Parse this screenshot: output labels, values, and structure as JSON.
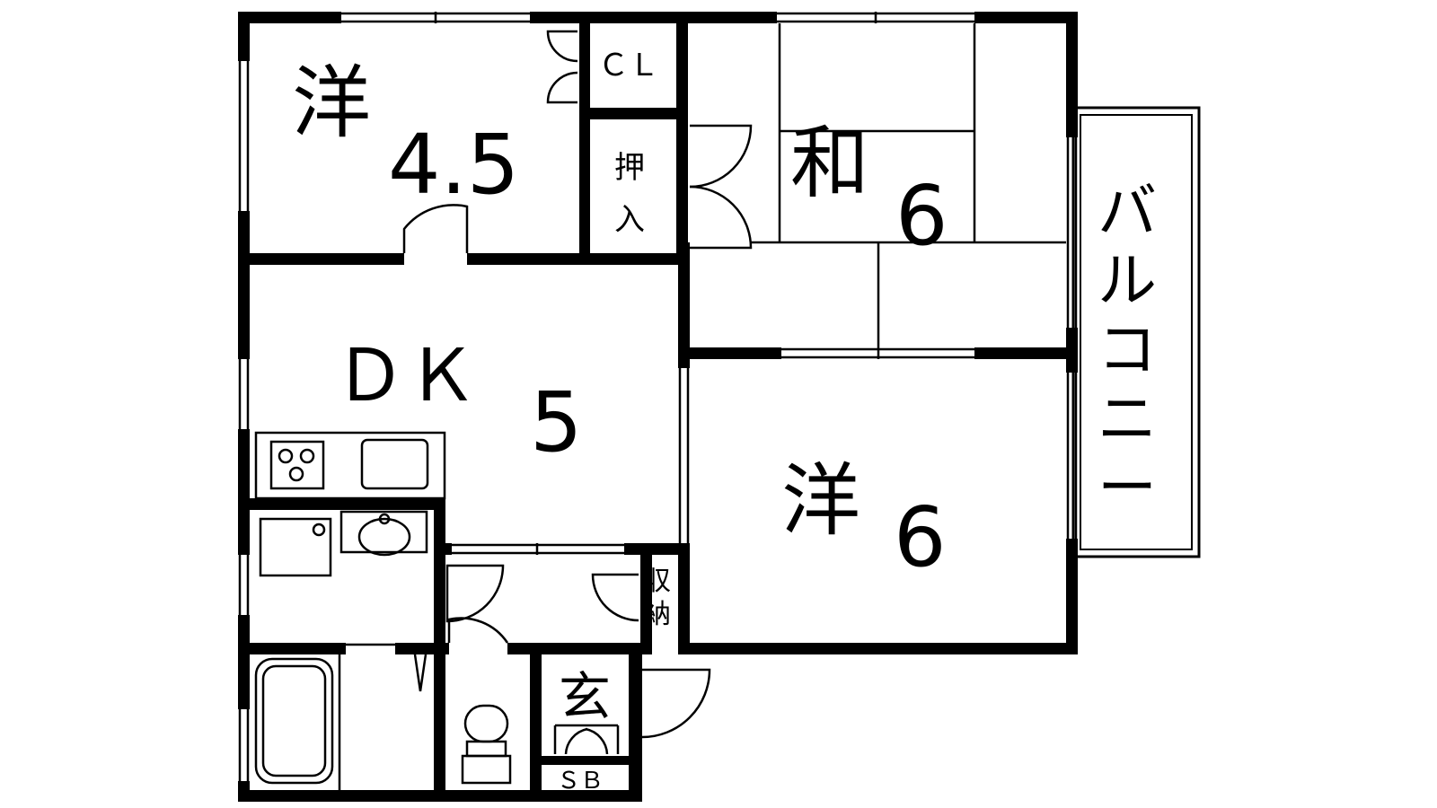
{
  "rooms": {
    "western_north": {
      "kanji": "洋",
      "size": "4.5"
    },
    "closet": {
      "label": "ＣＬ"
    },
    "oshiire": {
      "label_top": "押",
      "label_bottom": "入"
    },
    "japanese": {
      "kanji": "和",
      "size": "6"
    },
    "balcony": {
      "chars": [
        "バ",
        "ル",
        "コ",
        "ニ",
        "ー"
      ]
    },
    "dk": {
      "label": "ＤＫ",
      "size": "5"
    },
    "western_south": {
      "kanji": "洋",
      "size": "6"
    },
    "storage": {
      "label_top": "収",
      "label_bottom": "納"
    },
    "entrance": {
      "label": "玄"
    },
    "shoe_box": {
      "label": "ＳＢ"
    }
  },
  "colors": {
    "wall": "#000000",
    "background": "#ffffff"
  }
}
